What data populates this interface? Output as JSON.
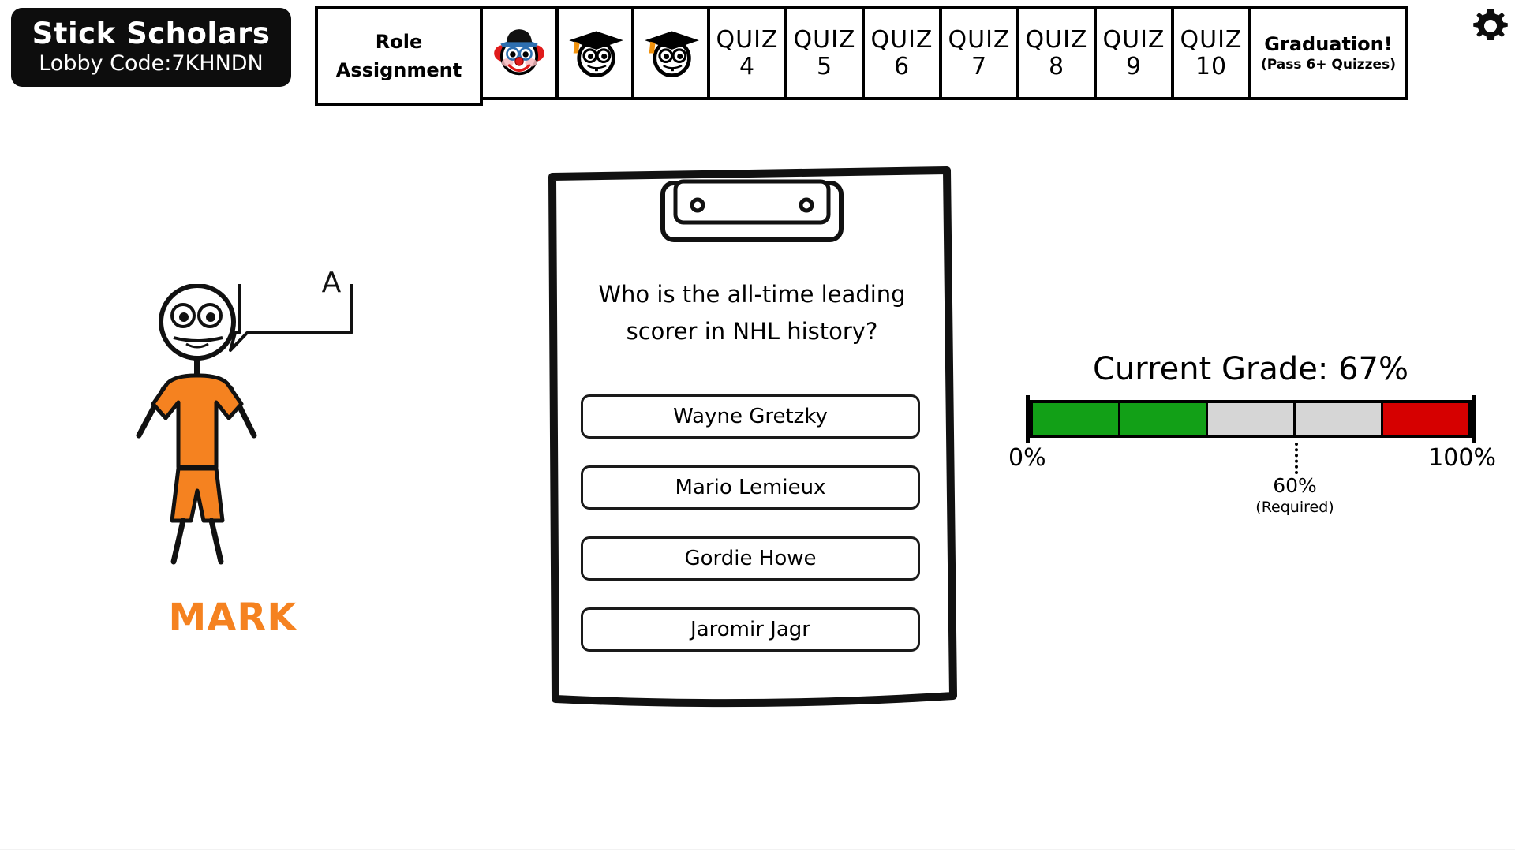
{
  "app": {
    "title": "Stick Scholars",
    "lobby_code_label": "Lobby Code:7KHNDN"
  },
  "settings": {
    "icon": "gear-icon"
  },
  "tabs": [
    {
      "type": "text",
      "label": "Role\nAssignment",
      "line1": "Role",
      "line2": "Assignment"
    },
    {
      "type": "icon",
      "label": "clown-face-icon"
    },
    {
      "type": "icon",
      "label": "graduate-face-icon"
    },
    {
      "type": "icon",
      "label": "graduate-face-icon"
    },
    {
      "type": "quiz",
      "line1": "QUIZ",
      "line2": "4"
    },
    {
      "type": "quiz",
      "line1": "QUIZ",
      "line2": "5"
    },
    {
      "type": "quiz",
      "line1": "QUIZ",
      "line2": "6"
    },
    {
      "type": "quiz",
      "line1": "QUIZ",
      "line2": "7"
    },
    {
      "type": "quiz",
      "line1": "QUIZ",
      "line2": "8"
    },
    {
      "type": "quiz",
      "line1": "QUIZ",
      "line2": "9"
    },
    {
      "type": "quiz",
      "line1": "QUIZ",
      "line2": "10"
    },
    {
      "type": "grad",
      "line1": "Graduation!",
      "line2": "(Pass 6+ Quizzes)"
    }
  ],
  "player": {
    "name": "MARK",
    "answer_bubble": "A",
    "shirt_color": "#F58220",
    "name_color": "#F58220"
  },
  "quiz": {
    "question": "Who is the all-time leading scorer in NHL history?",
    "options": [
      "Wayne Gretzky",
      "Mario Lemieux",
      "Gordie Howe",
      "Jaromir Jagr"
    ]
  },
  "grade": {
    "title": "Current Grade: 67%",
    "min_label": "0%",
    "max_label": "100%",
    "required_label": "60%",
    "required_sub": "(Required)",
    "required_percent": 60,
    "current_percent": 67,
    "segments": [
      {
        "state": "correct",
        "color": "#12A017"
      },
      {
        "state": "correct",
        "color": "#12A017"
      },
      {
        "state": "unanswered",
        "color": "#D6D6D6"
      },
      {
        "state": "unanswered",
        "color": "#D6D6D6"
      },
      {
        "state": "incorrect",
        "color": "#D60000"
      }
    ]
  }
}
